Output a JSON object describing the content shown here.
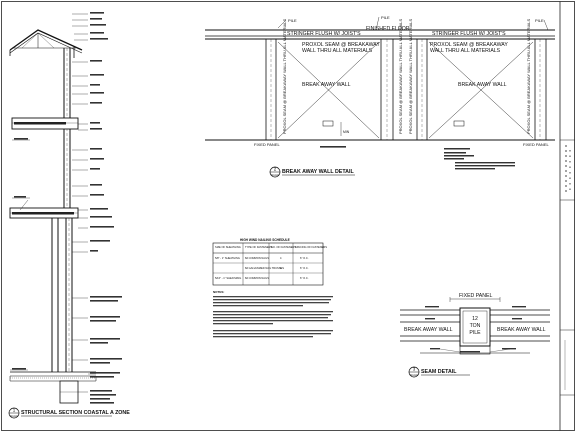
{
  "sheet": {
    "section_title": "STRUCTURAL SECTION COASTAL A ZONE",
    "section_number": "1",
    "breakaway_title": "BREAK AWAY WALL DETAIL",
    "breakaway_number": "2",
    "seam_title": "SEAM DETAIL",
    "seam_number": "3",
    "scale": "SCALE"
  },
  "breakaway": {
    "pile_label": "PILE",
    "finished_floor": "FINISHED FLOOR",
    "stringer": "STRINGER FLUSH W/ JOIST'S",
    "proxol_1": "PROXOL SEAM @ BREAKAWAY",
    "proxol_2": "WALL THRU ALL MATERIALS",
    "break_away_wall": "BREAK AWAY WALL",
    "fixed_panel": "FIXED PANEL",
    "vert_proxol": "PROXOL SEAM @ BREAKAWAY WALL THRU ALL MATERIALS",
    "min": "MIN"
  },
  "seam": {
    "fixed_panel": "FIXED PANEL",
    "break_away_wall": "BREAK AWAY WALL",
    "pile_tag": [
      "12",
      "TON",
      "PILE"
    ]
  },
  "nailing": {
    "title": "HIGH WIND NAILING SCHEDULE",
    "headers": [
      "SIZE OF SHEATHING",
      "TYPE OF FASTENERS",
      "NO. OF FASTENERS",
      "SPACING OF FASTENERS"
    ],
    "rows": [
      [
        "5/8\" - 1\" SHEATHING",
        "8d COMMON NAILS",
        "4",
        "6\" O.C."
      ],
      [
        "",
        "8d GALVANIZED NAIL TRUSSES",
        "4",
        "6\" O.C."
      ],
      [
        "5/16\" - 1\" SHEATHING",
        "8d COMMON NAILS",
        "",
        "6\" O.C."
      ]
    ],
    "notes_heading": "NOTES:"
  }
}
